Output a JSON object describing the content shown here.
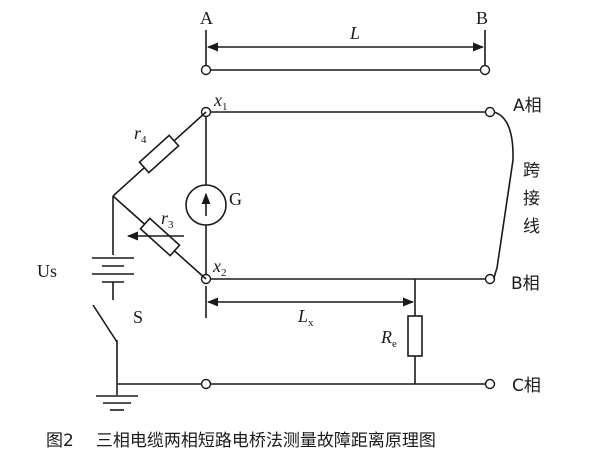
{
  "labels": {
    "end_a": "A",
    "end_b": "B",
    "length": "L",
    "node_x1": "x",
    "node_x1_sub": "1",
    "node_x2": "x",
    "node_x2_sub": "2",
    "r4": "r",
    "r4_sub": "4",
    "r3": "r",
    "r3_sub": "3",
    "galvanometer": "G",
    "supply": "Us",
    "switch": "S",
    "lx": "L",
    "lx_sub": "x",
    "re": "R",
    "re_sub": "e",
    "phase_a": "A相",
    "phase_b": "B相",
    "phase_c": "C相",
    "jumper_chars": [
      "跨",
      "接",
      "线"
    ]
  },
  "caption": {
    "number": "图2",
    "title": "三相电缆两相短路电桥法测量故障距离原理图"
  }
}
